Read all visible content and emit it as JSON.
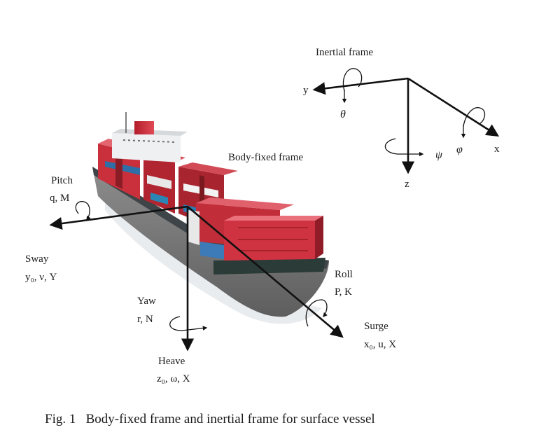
{
  "inertial_frame": {
    "title": "Inertial frame",
    "axis_x": "x",
    "axis_y": "y",
    "axis_z": "z",
    "theta": "θ",
    "psi": "ψ",
    "phi": "φ"
  },
  "body_frame": {
    "title": "Body-fixed frame",
    "pitch_name": "Pitch",
    "pitch_sym": "q, M",
    "sway_name": "Sway",
    "sway_sym": "y₀, ν, Y",
    "yaw_name": "Yaw",
    "yaw_sym": "r, N",
    "heave_name": "Heave",
    "heave_sym": "z₀, ω, X",
    "roll_name": "Roll",
    "roll_sym": "P, K",
    "surge_name": "Surge",
    "surge_sym": "x₀, u, X"
  },
  "caption": "Fig. 1   Body-fixed frame and inertial frame for surface vessel"
}
